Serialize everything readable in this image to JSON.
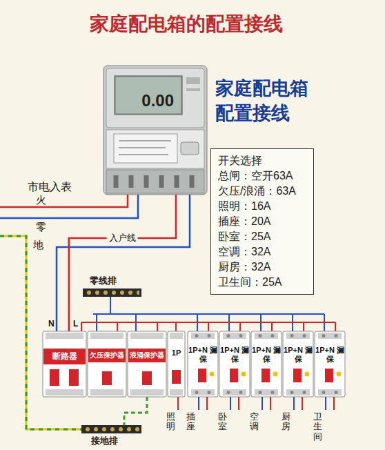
{
  "diagram": {
    "title": "家庭配电箱的配置接线",
    "nodes": [
      {
        "text": [
          "0.00"
        ]
      },
      {
        "text": [
          "开关选择",
          "总闸：空开63A",
          "欠压/浪涌：63A",
          "照明：16A",
          "插座：20A",
          "卧室：25A",
          "空调：32A",
          "厨房：32A",
          "卫生间：25A"
        ]
      },
      {
        "text": [
          "零线排"
        ]
      },
      {
        "text": [
          "断路器"
        ]
      },
      {
        "text": [
          "欠压保护器"
        ]
      },
      {
        "text": [
          "浪涌保护器"
        ]
      },
      {
        "text": [
          "1P"
        ]
      },
      {
        "text": [
          "1P+N 漏保"
        ]
      },
      {
        "text": [
          "1P+N 漏保"
        ]
      },
      {
        "text": [
          "1P+N 漏保"
        ]
      },
      {
        "text": [
          "1P+N 漏保"
        ]
      },
      {
        "text": [
          "1P+N 漏保"
        ]
      },
      {
        "text": [
          "接地排"
        ]
      }
    ],
    "edges": [
      {
        "from": 0,
        "to": 3,
        "label": "入户线",
        "arrow": "none"
      },
      {
        "from": 5,
        "to": 12,
        "arrow": "none"
      }
    ],
    "labels": [
      "家庭配电箱 配置接线",
      "市电入表",
      "火",
      "零",
      "地",
      "N",
      "L",
      "照明",
      "插座",
      "卧室",
      "空调",
      "厨房",
      "卫生间"
    ]
  }
}
